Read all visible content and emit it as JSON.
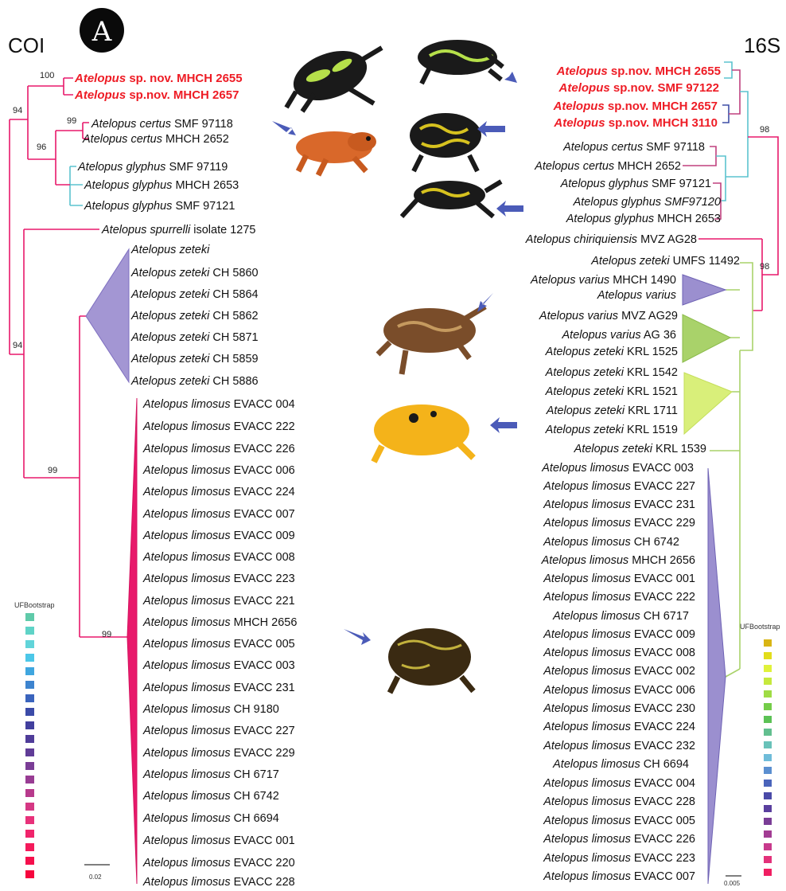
{
  "panel_letter": "A",
  "left_title": "COI",
  "right_title": "16S",
  "left_taxa": [
    {
      "g": "Atelopus",
      "r": " sp. nov. MHCH 2655",
      "red": true
    },
    {
      "g": "Atelopus",
      "r": " sp.nov. MHCH 2657",
      "red": true
    },
    {
      "g": "Atelopus certus",
      "r": "  SMF 97118"
    },
    {
      "g": "Atelopus certus",
      "r": "  MHCH 2652"
    },
    {
      "g": "Atelopus glyphus",
      "r": " SMF 97119"
    },
    {
      "g": "Atelopus glyphus",
      "r": " MHCH 2653"
    },
    {
      "g": "Atelopus glyphus",
      "r": " SMF 97121"
    },
    {
      "g": "Atelopus spurrelli",
      "r": " isolate 1275"
    },
    {
      "g": "Atelopus zeteki",
      "r": ""
    },
    {
      "g": "Atelopus zeteki",
      "r": " CH 5860"
    },
    {
      "g": "Atelopus zeteki",
      "r": " CH 5864"
    },
    {
      "g": "Atelopus zeteki",
      "r": " CH 5862"
    },
    {
      "g": "Atelopus zeteki",
      "r": " CH 5871"
    },
    {
      "g": "Atelopus zeteki",
      "r": " CH 5859"
    },
    {
      "g": "Atelopus zeteki",
      "r": " CH 5886"
    },
    {
      "g": "Atelopus limosus",
      "r": " EVACC 004"
    },
    {
      "g": "Atelopus limosus",
      "r": " EVACC 222"
    },
    {
      "g": "Atelopus limosus",
      "r": " EVACC 226"
    },
    {
      "g": "Atelopus limosus",
      "r": " EVACC 006"
    },
    {
      "g": "Atelopus limosus",
      "r": " EVACC 224"
    },
    {
      "g": "Atelopus limosus",
      "r": " EVACC 007"
    },
    {
      "g": "Atelopus limosus",
      "r": " EVACC 009"
    },
    {
      "g": "Atelopus limosus",
      "r": " EVACC 008"
    },
    {
      "g": "Atelopus limosus",
      "r": " EVACC 223"
    },
    {
      "g": "Atelopus limosus",
      "r": " EVACC 221"
    },
    {
      "g": "Atelopus limosus",
      "r": " MHCH 2656"
    },
    {
      "g": "Atelopus limosus",
      "r": " EVACC 005"
    },
    {
      "g": "Atelopus limosus",
      "r": " EVACC 003"
    },
    {
      "g": "Atelopus limosus",
      "r": " EVACC 231"
    },
    {
      "g": "Atelopus limosus",
      "r": " CH 9180"
    },
    {
      "g": "Atelopus limosus",
      "r": " EVACC 227"
    },
    {
      "g": "Atelopus limosus",
      "r": " EVACC 229"
    },
    {
      "g": "Atelopus limosus",
      "r": " CH 6717"
    },
    {
      "g": "Atelopus limosus",
      "r": " CH 6742"
    },
    {
      "g": "Atelopus limosus",
      "r": " CH 6694"
    },
    {
      "g": "Atelopus limosus",
      "r": " EVACC 001"
    },
    {
      "g": "Atelopus limosus",
      "r": " EVACC 220"
    },
    {
      "g": "Atelopus limosus",
      "r": " EVACC 228"
    }
  ],
  "right_taxa": [
    {
      "g": "Atelopus",
      "r": " sp.nov. MHCH 2655",
      "red": true
    },
    {
      "g": "Atelopus",
      "r": " sp.nov. SMF 97122",
      "red": true
    },
    {
      "g": "Atelopus",
      "r": " sp.nov. MHCH 2657",
      "red": true
    },
    {
      "g": "Atelopus",
      "r": " sp.nov. MHCH 3110",
      "red": true
    },
    {
      "g": "Atelopus certus",
      "r": " SMF 97118"
    },
    {
      "g": "Atelopus certus",
      "r": " MHCH 2652"
    },
    {
      "g": "Atelopus glyphus",
      "r": " SMF 97121"
    },
    {
      "g": "Atelopus glyphus SMF97120",
      "r": ""
    },
    {
      "g": "Atelopus glyphus",
      "r": " MHCH 2653"
    },
    {
      "g": "Atelopus chiriquiensis",
      "r": " MVZ AG28"
    },
    {
      "g": "Atelopus zeteki",
      "r": " UMFS 11492"
    },
    {
      "g": "Atelopus varius",
      "r": " MHCH 1490"
    },
    {
      "g": "Atelopus varius",
      "r": ""
    },
    {
      "g": "Atelopus varius",
      "r": " MVZ AG29"
    },
    {
      "g": "Atelopus varius",
      "r": " AG 36"
    },
    {
      "g": "Atelopus zeteki",
      "r": " KRL 1525"
    },
    {
      "g": "Atelopus zeteki",
      "r": " KRL 1542"
    },
    {
      "g": "Atelopus zeteki",
      "r": " KRL 1521"
    },
    {
      "g": "Atelopus zeteki",
      "r": " KRL 1711"
    },
    {
      "g": "Atelopus zeteki",
      "r": " KRL 1519"
    },
    {
      "g": "Atelopus zeteki",
      "r": " KRL 1539"
    },
    {
      "g": "Atelopus limosus",
      "r": " EVACC 003"
    },
    {
      "g": "Atelopus limosus",
      "r": " EVACC 227"
    },
    {
      "g": "Atelopus limosus",
      "r": " EVACC 231"
    },
    {
      "g": "Atelopus limosus",
      "r": " EVACC 229"
    },
    {
      "g": "Atelopus limosus",
      "r": " CH 6742"
    },
    {
      "g": "Atelopus limosus",
      "r": " MHCH 2656"
    },
    {
      "g": "Atelopus limosus",
      "r": " EVACC 001"
    },
    {
      "g": "Atelopus limosus",
      "r": " EVACC 222"
    },
    {
      "g": "Atelopus limosus",
      "r": " CH 6717"
    },
    {
      "g": "Atelopus limosus",
      "r": " EVACC 009"
    },
    {
      "g": "Atelopus limosus",
      "r": " EVACC 008"
    },
    {
      "g": "Atelopus limosus",
      "r": " EVACC 002"
    },
    {
      "g": "Atelopus limosus",
      "r": " EVACC 006"
    },
    {
      "g": "Atelopus limosus",
      "r": " EVACC 230"
    },
    {
      "g": "Atelopus limosus",
      "r": " EVACC 224"
    },
    {
      "g": "Atelopus limosus",
      "r": " EVACC 232"
    },
    {
      "g": "Atelopus limosus",
      "r": " CH 6694"
    },
    {
      "g": "Atelopus limosus",
      "r": " EVACC 004"
    },
    {
      "g": "Atelopus limosus",
      "r": " EVACC 228"
    },
    {
      "g": "Atelopus limosus",
      "r": " EVACC 005"
    },
    {
      "g": "Atelopus limosus",
      "r": " EVACC 226"
    },
    {
      "g": "Atelopus limosus",
      "r": " EVACC 223"
    },
    {
      "g": "Atelopus limosus",
      "r": " EVACC 007"
    }
  ],
  "support_values": {
    "left": [
      "100",
      "94",
      "99",
      "96",
      "94",
      "99",
      "99"
    ],
    "right": [
      "98",
      "98"
    ]
  },
  "legend": {
    "title_left": "UFBootstrap",
    "title_right": "UFBootstrap",
    "scale_left": "0.02",
    "scale_right": "0.005"
  },
  "colors": {
    "red_label": "#ee1c25",
    "clade_purple": "#9b8fcf",
    "clade_magenta": "#e8196b",
    "clade_green": "#a9d26a",
    "clade_yellowgreen": "#d9ef7a",
    "arrow_blue": "#4b5bb8"
  }
}
